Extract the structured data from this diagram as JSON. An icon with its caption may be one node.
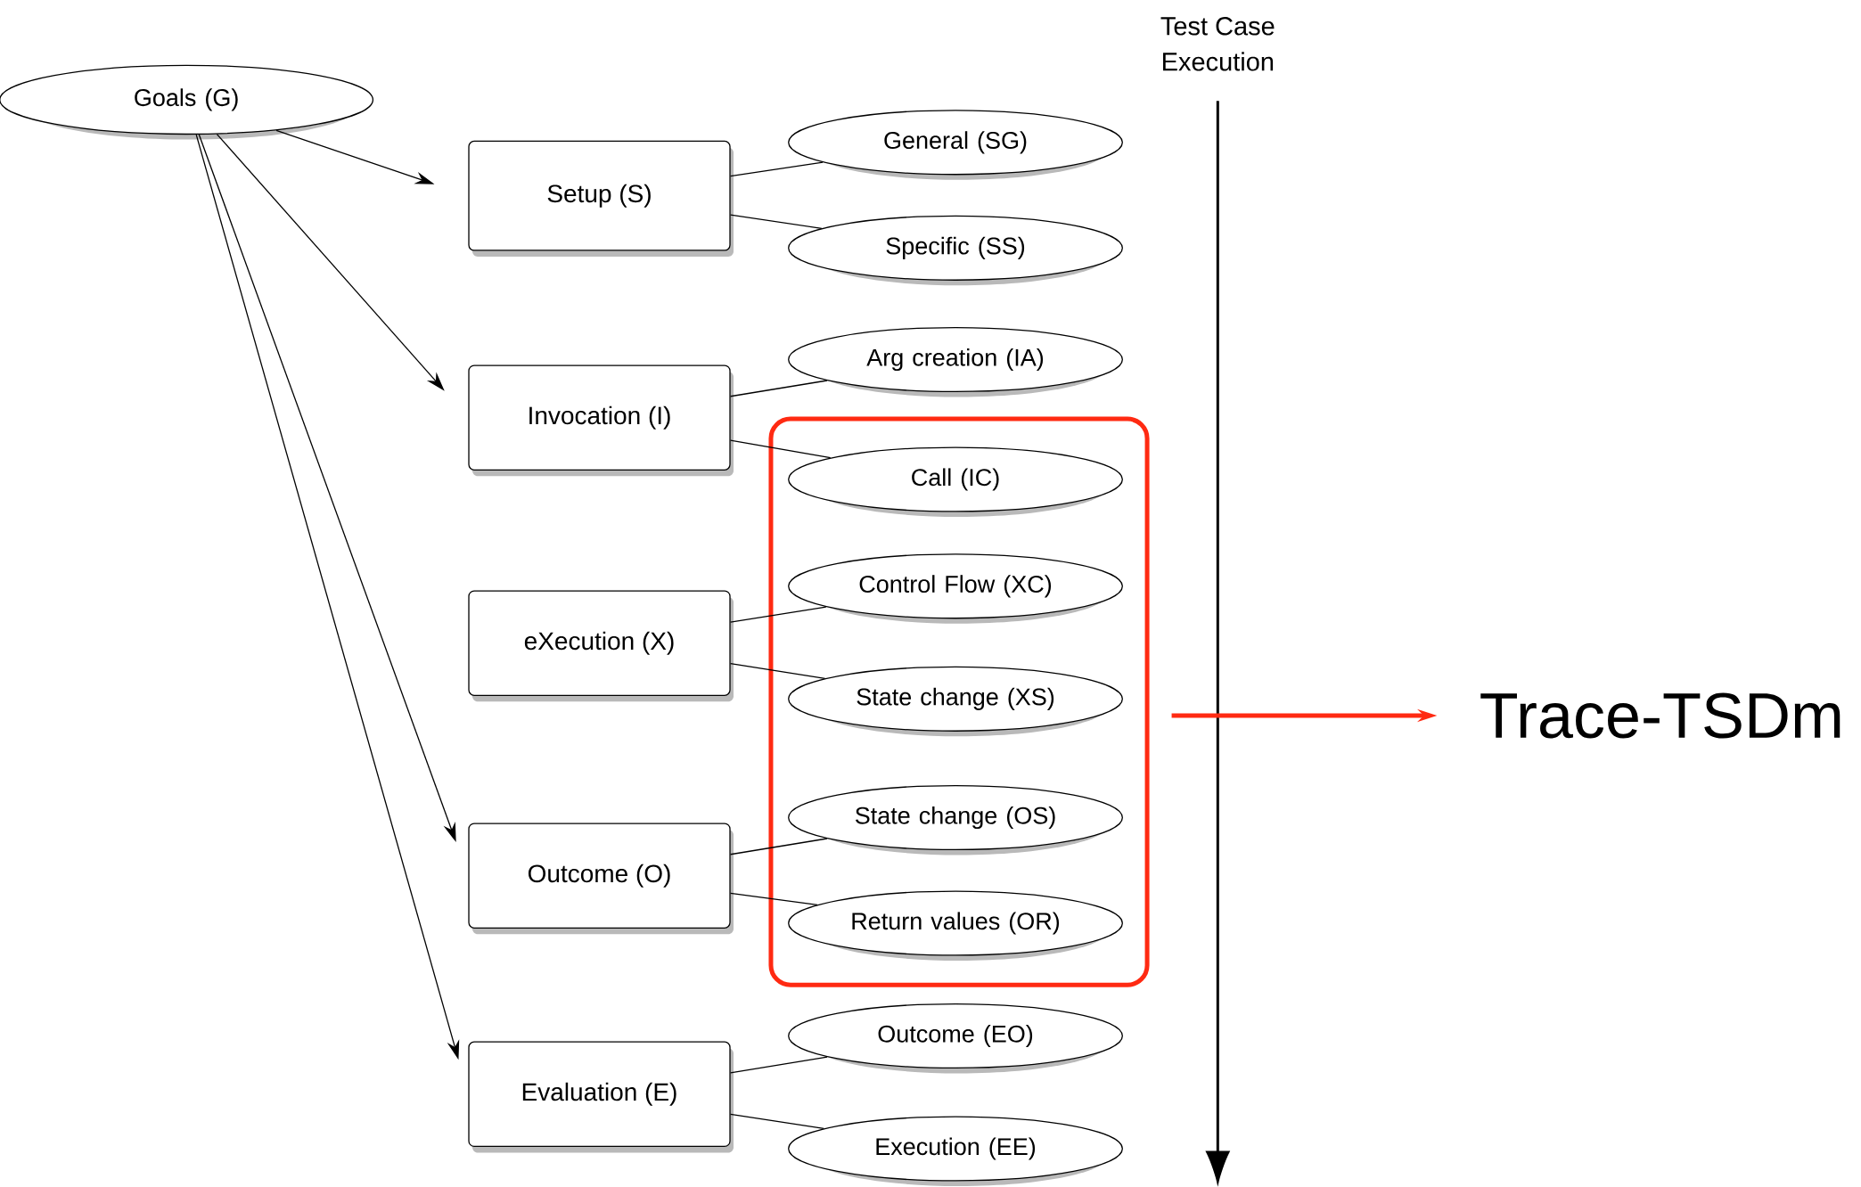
{
  "diagram": {
    "nodes": [
      {
        "text": [
          "Goals (G)"
        ]
      },
      {
        "text": [
          "Setup (S)"
        ]
      },
      {
        "text": [
          "Invocation (I)"
        ]
      },
      {
        "text": [
          "eXecution (X)"
        ]
      },
      {
        "text": [
          "Outcome (O)"
        ]
      },
      {
        "text": [
          "Evaluation (E)"
        ]
      },
      {
        "text": [
          "General (SG)"
        ]
      },
      {
        "text": [
          "Specific (SS)"
        ]
      },
      {
        "text": [
          "Arg creation (IA)"
        ]
      },
      {
        "text": [],
        "shape": "box"
      },
      {
        "text": [
          "Call (IC)"
        ],
        "in": 9
      },
      {
        "text": [
          "Control Flow (XC)"
        ],
        "in": 9
      },
      {
        "text": [
          "State change (XS)"
        ],
        "in": 9
      },
      {
        "text": [
          "State change (OS)"
        ],
        "in": 9
      },
      {
        "text": [
          "Return values (OR)"
        ],
        "in": 9
      },
      {
        "text": [
          "Outcome (EO)"
        ]
      },
      {
        "text": [
          "Execution (EE)"
        ]
      },
      {
        "text": [
          "Trace-TSDm"
        ]
      }
    ],
    "edges": [
      {
        "from": 0,
        "to": 1,
        "arrow": "to"
      },
      {
        "from": 0,
        "to": 2,
        "arrow": "to"
      },
      {
        "from": 0,
        "to": 4,
        "arrow": "to"
      },
      {
        "from": 0,
        "to": 5,
        "arrow": "to"
      },
      {
        "from": 1,
        "to": 6,
        "arrow": "none"
      },
      {
        "from": 1,
        "to": 7,
        "arrow": "none"
      },
      {
        "from": 2,
        "to": 8,
        "arrow": "none"
      },
      {
        "from": 2,
        "to": 10,
        "arrow": "none"
      },
      {
        "from": 3,
        "to": 11,
        "arrow": "none"
      },
      {
        "from": 3,
        "to": 12,
        "arrow": "none"
      },
      {
        "from": 4,
        "to": 13,
        "arrow": "none"
      },
      {
        "from": 4,
        "to": 14,
        "arrow": "none"
      },
      {
        "from": 5,
        "to": 15,
        "arrow": "none"
      },
      {
        "from": 5,
        "to": 16,
        "arrow": "none"
      },
      {
        "from": 9,
        "to": 17,
        "arrow": "to",
        "style": "thick",
        "color": "#ff2a12"
      }
    ],
    "labels": [
      "Test Case Execution"
    ]
  }
}
